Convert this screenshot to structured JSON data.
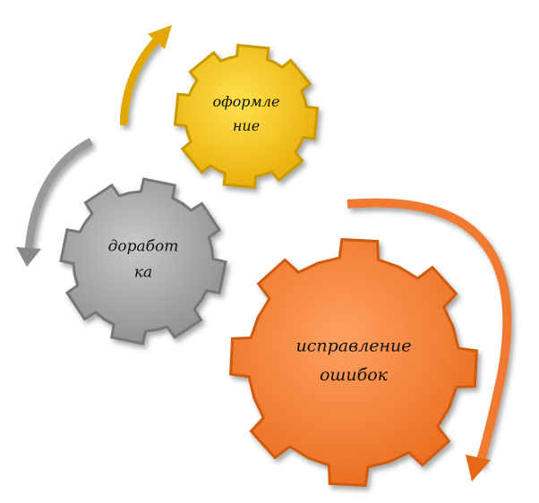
{
  "gears": [
    {
      "id": "formatting",
      "lines": [
        "оформле",
        "ние"
      ],
      "color": "#f5c400"
    },
    {
      "id": "refinement",
      "lines": [
        "доработ",
        "ка"
      ],
      "color": "#a6a6a6"
    },
    {
      "id": "bugfix",
      "lines": [
        "исправление",
        "ошибок"
      ],
      "color": "#f5823a"
    }
  ]
}
